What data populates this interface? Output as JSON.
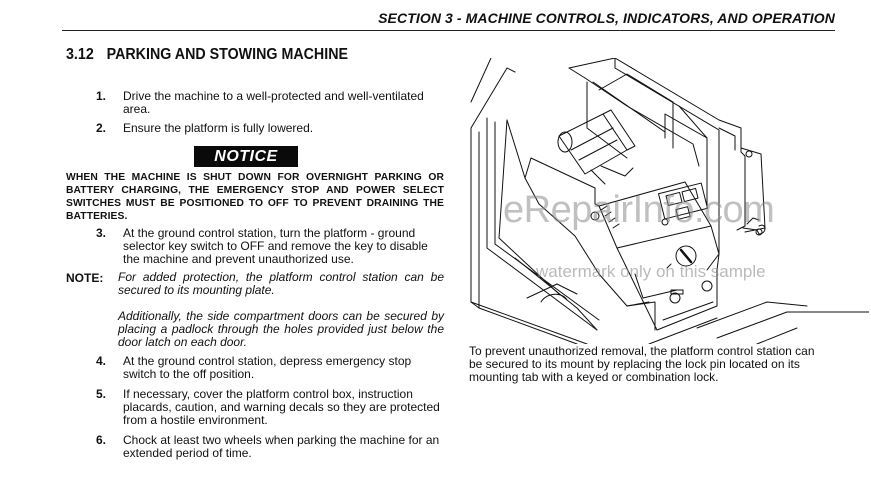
{
  "header": {
    "section": "SECTION 3 - MACHINE CONTROLS, INDICATORS, AND OPERATION"
  },
  "section_title": {
    "number": "3.12",
    "text": "PARKING AND STOWING MACHINE"
  },
  "steps": [
    {
      "n": "1.",
      "text": "Drive the machine to a well-protected and well-ventilated area."
    },
    {
      "n": "2.",
      "text": "Ensure the platform is fully lowered."
    },
    {
      "n": "3.",
      "text": "At the ground control station, turn the platform - ground selector key switch to OFF and remove the key to disable the machine and prevent unauthorized use."
    },
    {
      "n": "4.",
      "text": "At the ground control station, depress emergency stop switch to the off position."
    },
    {
      "n": "5.",
      "text": "If necessary, cover the platform control box, instruction placards, caution, and warning decals so they are protected from a hostile environment."
    },
    {
      "n": "6.",
      "text": "Chock at least two wheels when parking the machine for an extended period of time."
    }
  ],
  "notice": {
    "label": "NOTICE",
    "text": "WHEN THE MACHINE IS SHUT DOWN FOR OVERNIGHT PARKING OR BATTERY CHARGING, THE EMERGENCY STOP AND POWER SELECT SWITCHES MUST BE POSITIONED TO OFF TO PREVENT DRAINING THE BATTERIES."
  },
  "note": {
    "label": "NOTE:",
    "para1": "For added protection, the platform control station can be secured to its mounting plate.",
    "para2": "Additionally, the side compartment doors can be secured by placing a padlock through the holes provided just below the door latch on each door."
  },
  "figure": {
    "caption": "To prevent unauthorized removal, the platform control station can be secured to its mount by replacing the lock pin located on its mounting tab with a keyed or combination lock."
  },
  "watermark": {
    "site": "eRepairInfo.com",
    "sample": "watermark only on this sample"
  }
}
